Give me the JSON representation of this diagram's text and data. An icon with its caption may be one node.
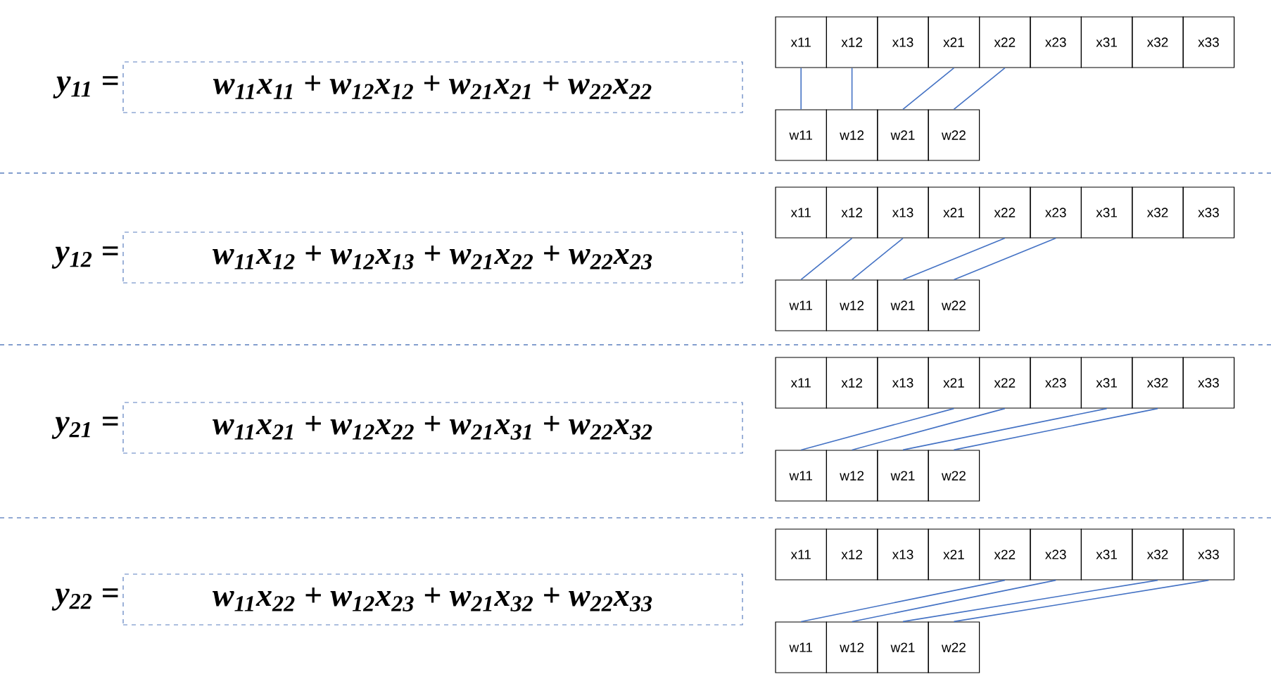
{
  "diagram": {
    "nodes": [
      {
        "text": [
          "w$_{11}$x$_{11}$ + w$_{12}$x$_{12}$ + w$_{21}$x$_{21}$ + w$_{22}$x$_{22}$"
        ],
        "beside": [
          "y$_{11}$ ="
        ]
      },
      {
        "text": [
          "x11"
        ]
      },
      {
        "text": [
          "x12"
        ]
      },
      {
        "text": [
          "x13"
        ]
      },
      {
        "text": [
          "x21"
        ]
      },
      {
        "text": [
          "x22"
        ]
      },
      {
        "text": [
          "x23"
        ]
      },
      {
        "text": [
          "x31"
        ]
      },
      {
        "text": [
          "x32"
        ]
      },
      {
        "text": [
          "x33"
        ]
      },
      {
        "text": [
          "w11"
        ]
      },
      {
        "text": [
          "w12"
        ]
      },
      {
        "text": [
          "w21"
        ]
      },
      {
        "text": [
          "w22"
        ]
      },
      {
        "text": [
          "w$_{11}$x$_{12}$ + w$_{12}$x$_{13}$ + w$_{21}$x$_{22}$ + w$_{22}$x$_{23}$"
        ],
        "beside": [
          "y$_{12}$ ="
        ]
      },
      {
        "text": [
          "x11"
        ]
      },
      {
        "text": [
          "x12"
        ]
      },
      {
        "text": [
          "x13"
        ]
      },
      {
        "text": [
          "x21"
        ]
      },
      {
        "text": [
          "x22"
        ]
      },
      {
        "text": [
          "x23"
        ]
      },
      {
        "text": [
          "x31"
        ]
      },
      {
        "text": [
          "x32"
        ]
      },
      {
        "text": [
          "x33"
        ]
      },
      {
        "text": [
          "w11"
        ]
      },
      {
        "text": [
          "w12"
        ]
      },
      {
        "text": [
          "w21"
        ]
      },
      {
        "text": [
          "w22"
        ]
      },
      {
        "text": [
          "w$_{11}$x$_{21}$ + w$_{12}$x$_{22}$ + w$_{21}$x$_{31}$ + w$_{22}$x$_{32}$"
        ],
        "beside": [
          "y$_{21}$ ="
        ]
      },
      {
        "text": [
          "x11"
        ]
      },
      {
        "text": [
          "x12"
        ]
      },
      {
        "text": [
          "x13"
        ]
      },
      {
        "text": [
          "x21"
        ]
      },
      {
        "text": [
          "x22"
        ]
      },
      {
        "text": [
          "x23"
        ]
      },
      {
        "text": [
          "x31"
        ]
      },
      {
        "text": [
          "x32"
        ]
      },
      {
        "text": [
          "x33"
        ]
      },
      {
        "text": [
          "w11"
        ]
      },
      {
        "text": [
          "w12"
        ]
      },
      {
        "text": [
          "w21"
        ]
      },
      {
        "text": [
          "w22"
        ]
      },
      {
        "text": [
          "w$_{11}$x$_{22}$ + w$_{12}$x$_{23}$ + w$_{21}$x$_{32}$ + w$_{22}$x$_{33}$"
        ],
        "beside": [
          "y$_{22}$ ="
        ]
      },
      {
        "text": [
          "x11"
        ]
      },
      {
        "text": [
          "x12"
        ]
      },
      {
        "text": [
          "x13"
        ]
      },
      {
        "text": [
          "x21"
        ]
      },
      {
        "text": [
          "x22"
        ]
      },
      {
        "text": [
          "x23"
        ]
      },
      {
        "text": [
          "x31"
        ]
      },
      {
        "text": [
          "x32"
        ]
      },
      {
        "text": [
          "x33"
        ]
      },
      {
        "text": [
          "w11"
        ]
      },
      {
        "text": [
          "w12"
        ]
      },
      {
        "text": [
          "w21"
        ]
      },
      {
        "text": [
          "w22"
        ]
      }
    ],
    "edges": [
      {
        "from": 10,
        "to": 1,
        "arrow": "none"
      },
      {
        "from": 11,
        "to": 2,
        "arrow": "none"
      },
      {
        "from": 12,
        "to": 4,
        "arrow": "none"
      },
      {
        "from": 13,
        "to": 5,
        "arrow": "none"
      },
      {
        "from": 24,
        "to": 16,
        "arrow": "none"
      },
      {
        "from": 25,
        "to": 17,
        "arrow": "none"
      },
      {
        "from": 26,
        "to": 19,
        "arrow": "none"
      },
      {
        "from": 27,
        "to": 20,
        "arrow": "none"
      },
      {
        "from": 38,
        "to": 32,
        "arrow": "none"
      },
      {
        "from": 39,
        "to": 33,
        "arrow": "none"
      },
      {
        "from": 40,
        "to": 35,
        "arrow": "none"
      },
      {
        "from": 41,
        "to": 36,
        "arrow": "none"
      },
      {
        "from": 52,
        "to": 47,
        "arrow": "none"
      },
      {
        "from": 53,
        "to": 48,
        "arrow": "none"
      },
      {
        "from": 54,
        "to": 50,
        "arrow": "none"
      },
      {
        "from": 55,
        "to": 51,
        "arrow": "none"
      }
    ]
  }
}
